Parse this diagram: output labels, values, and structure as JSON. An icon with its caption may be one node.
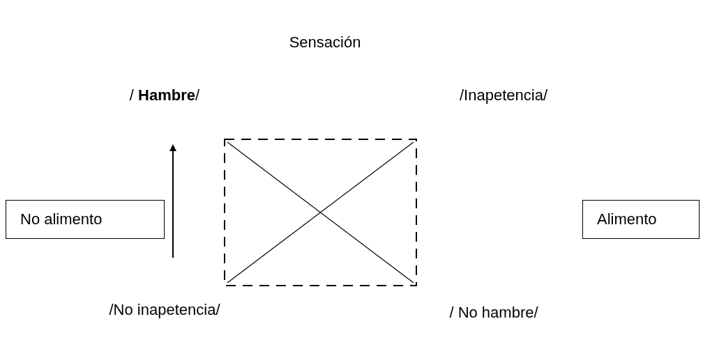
{
  "diagram": {
    "title": "Sensación",
    "nodes": [
      {
        "text": [
          "No alimento"
        ]
      },
      {
        "text": [
          "Alimento"
        ]
      }
    ],
    "labels": [
      "/ **Hambre**/",
      "/Inapetencia/",
      "/No inapetencia/",
      "/ No hambre/"
    ]
  }
}
